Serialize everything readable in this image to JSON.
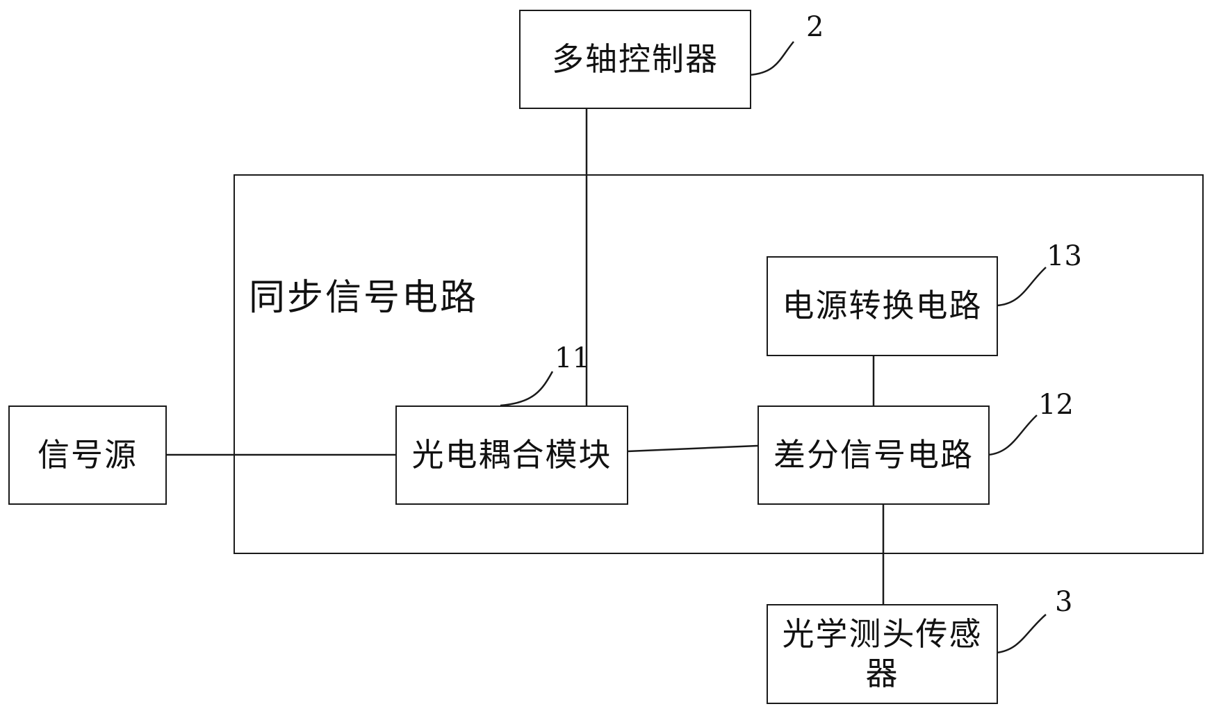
{
  "group": {
    "title": "同步信号电路"
  },
  "blocks": {
    "multi_axis_controller": "多轴控制器",
    "signal_source": "信号源",
    "optocoupler_module": "光电耦合模块",
    "differential_circuit": "差分信号电路",
    "power_conversion": "电源转换电路",
    "optical_probe_sensor": "光学测头传感器"
  },
  "refs": {
    "controller": "2",
    "probe": "3",
    "optocoupler": "11",
    "differential": "12",
    "power": "13"
  }
}
